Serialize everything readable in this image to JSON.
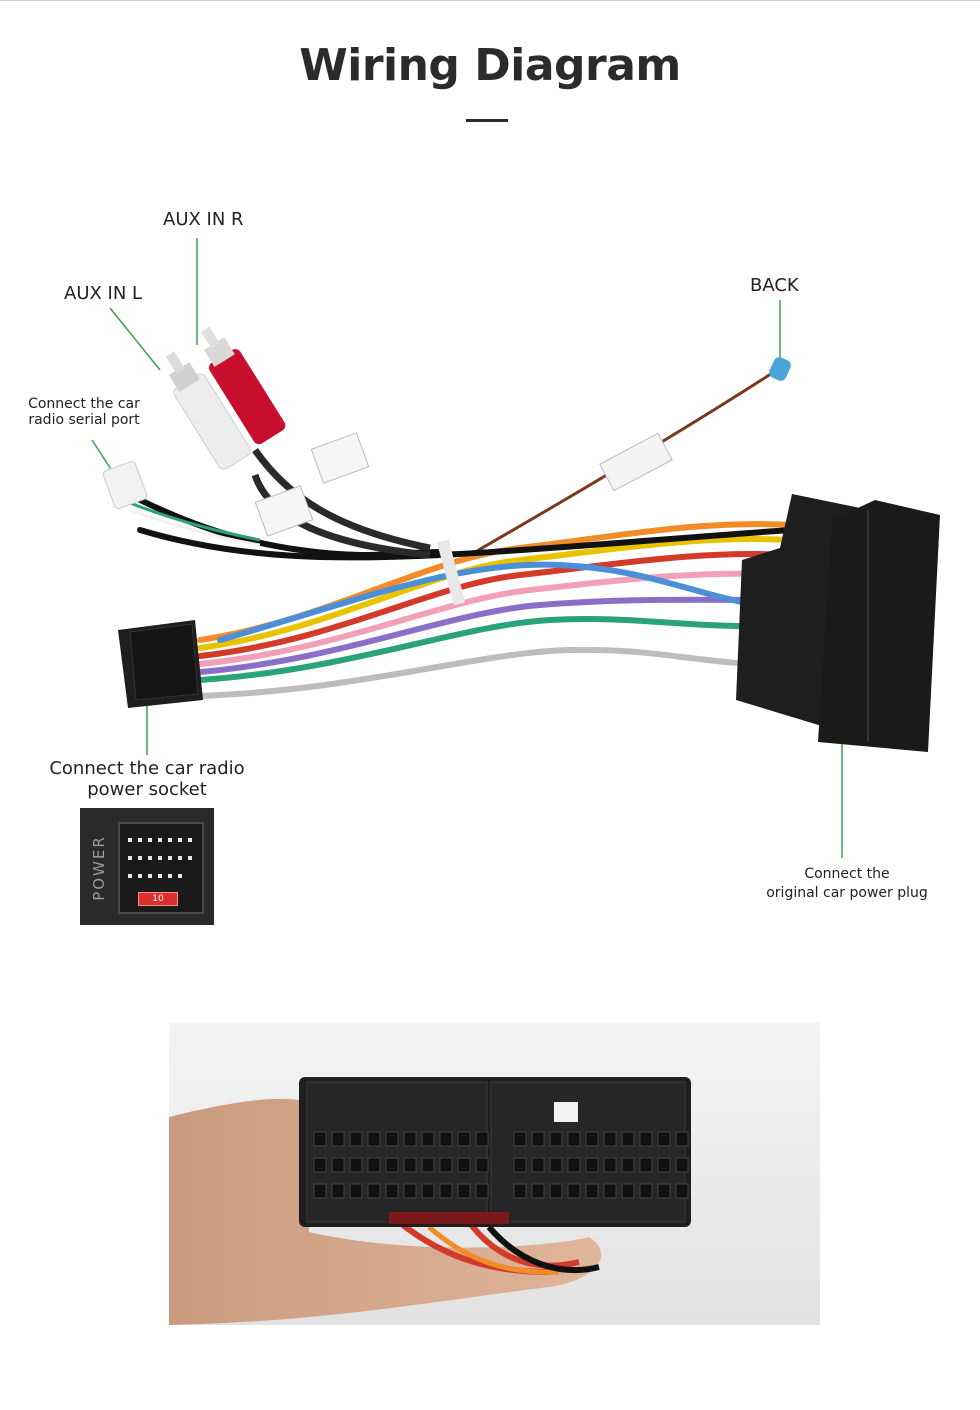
{
  "title": "Wiring Diagram",
  "labels": {
    "aux_in_r": "AUX IN R",
    "aux_in_l": "AUX IN L",
    "back": "BACK",
    "serial_port_line1": "Connect the car",
    "serial_port_line2": "radio  serial port",
    "power_socket_line1": "Connect the car radio",
    "power_socket_line2": "power socket",
    "original_plug_line1": "Connect the",
    "original_plug_line2": "original car power plug"
  },
  "inset": {
    "power_text": "POWER",
    "fuse_text": "10"
  },
  "colors": {
    "callout_line": "#3aa24a",
    "title": "#2b2b2b",
    "connector_black": "#1e1e1e",
    "rca_red": "#c8102e",
    "rca_white": "#ededed"
  },
  "wires": [
    "#f28c28",
    "#e8c400",
    "#d43a2a",
    "#f2a0b8",
    "#8a6fc8",
    "#2aa37a",
    "#ffffff",
    "#bdbdbd",
    "#4a8fd8",
    "#111111"
  ]
}
